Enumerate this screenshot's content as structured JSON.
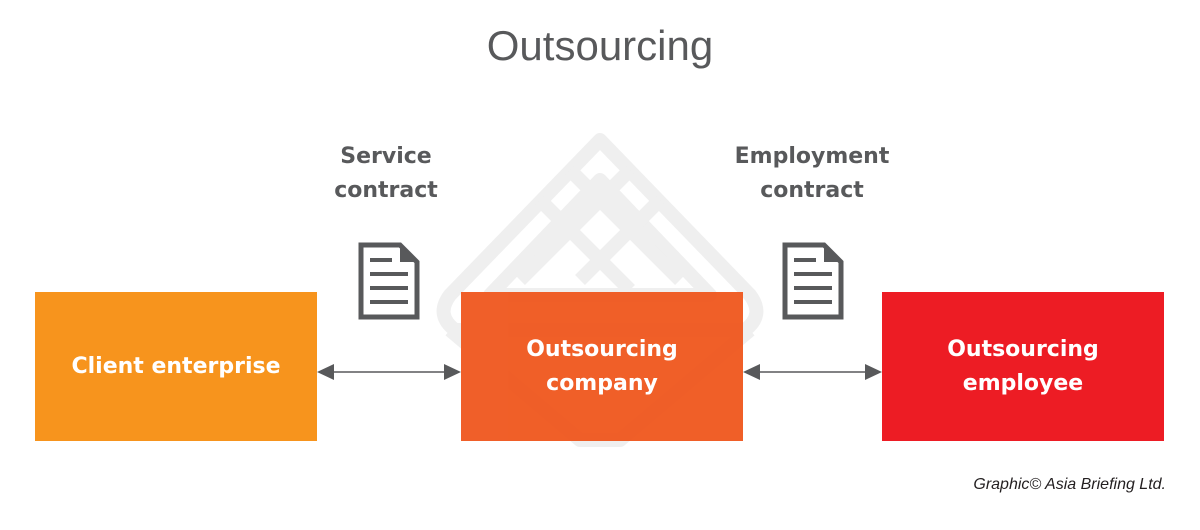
{
  "title": "Outsourcing",
  "contracts": {
    "left": {
      "line1": "Service",
      "line2": "contract",
      "icon": "document-icon"
    },
    "right": {
      "line1": "Employment",
      "line2": "contract",
      "icon": "document-icon"
    }
  },
  "boxes": [
    {
      "line1": "Client enterprise",
      "line2": "",
      "color": "#F7941D"
    },
    {
      "line1": "Outsourcing",
      "line2": "company",
      "color": "#F05A22"
    },
    {
      "line1": "Outsourcing",
      "line2": "employee",
      "color": "#ED1C24"
    }
  ],
  "credit": "Graphic© Asia Briefing Ltd.",
  "colors": {
    "text": "#58595b",
    "arrow": "#58595b",
    "watermark": "#ececec"
  }
}
